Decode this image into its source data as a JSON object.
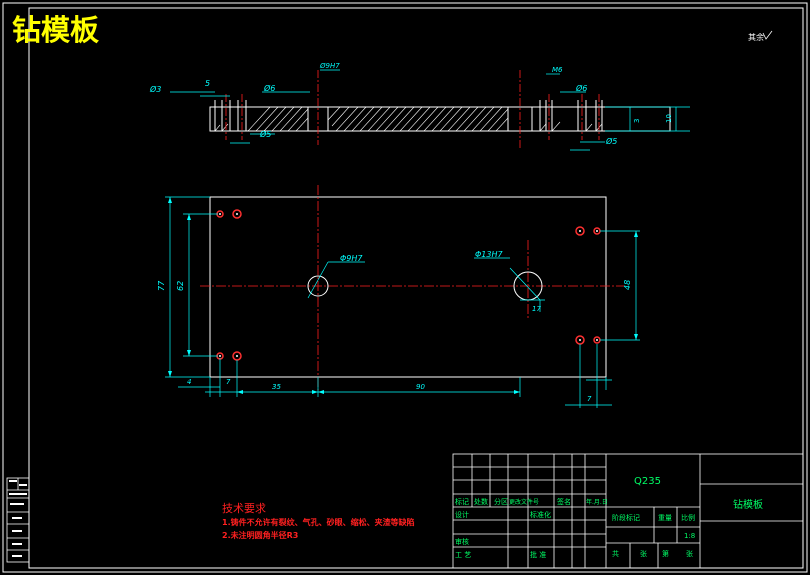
{
  "drawing": {
    "title": "钻模板",
    "roughness_note": "其余",
    "material": "Q235",
    "part_name": "钻模板",
    "scale": "1:8"
  },
  "dims_section": {
    "d3": "Ø3",
    "w5": "5",
    "d6": "Ø6",
    "h9h7": "Ø9H7",
    "m6": "M6",
    "d6b": "Ø6",
    "d5": "Ø5",
    "d5b": "Ø5",
    "t3": "3",
    "t10": "10"
  },
  "dims_plan": {
    "v77": "77",
    "v62": "62",
    "v48": "48",
    "h4": "4",
    "h7": "7",
    "h35": "35",
    "h90": "90",
    "h7b": "7",
    "hole_small": "Φ9H7",
    "hole_large": "Φ13H7",
    "v17": "17"
  },
  "tech": {
    "heading": "技术要求",
    "line1": "1.铸件不允许有裂纹、气孔、砂眼、缩松、夹渣等缺陷",
    "line2": "2.未注明圆角半径R3"
  },
  "title_block": {
    "mark": "标记",
    "count": "处数",
    "zone": "分区",
    "change_doc": "更改文件号",
    "sign": "签名",
    "date": "年.月.日",
    "design": "设计",
    "standardize": "标准化",
    "check": "审核",
    "process": "工 艺",
    "approve": "批 准",
    "stage_mark": "阶段标记",
    "weight": "重量",
    "ratio": "比例",
    "total": "共",
    "sheet": "张",
    "page": "第",
    "page_sheet": "张"
  }
}
